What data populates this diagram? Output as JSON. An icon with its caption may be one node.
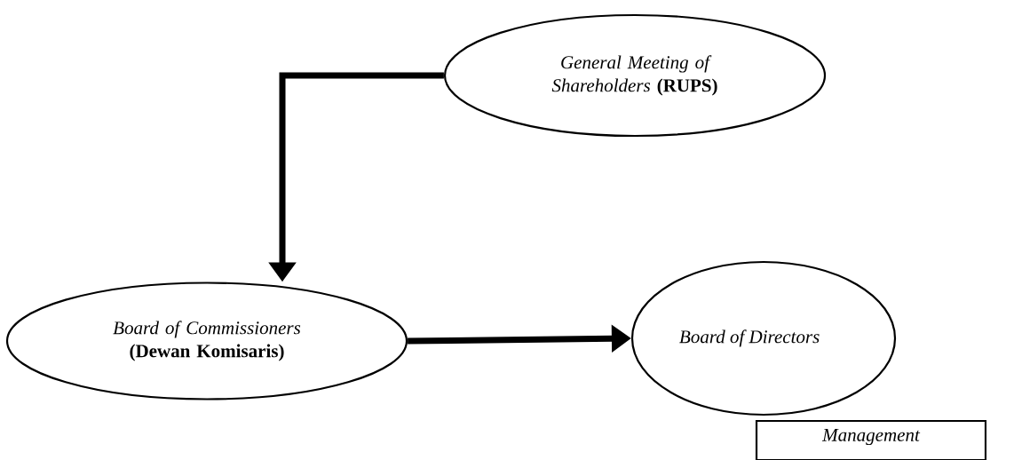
{
  "diagram": {
    "nodes": [
      {
        "text": [
          "*General Meeting of Shareholders* **(RUPS)**"
        ]
      },
      {
        "text": [
          "*Board of Commissioners* **(Dewan Komisaris)**"
        ]
      },
      {
        "text": [
          "Board of Directors"
        ]
      },
      {
        "text": [
          "Management"
        ]
      }
    ],
    "edges": [
      {
        "from": 0,
        "to": 1,
        "arrow": "to"
      },
      {
        "from": 1,
        "to": 2,
        "arrow": "to"
      }
    ]
  }
}
